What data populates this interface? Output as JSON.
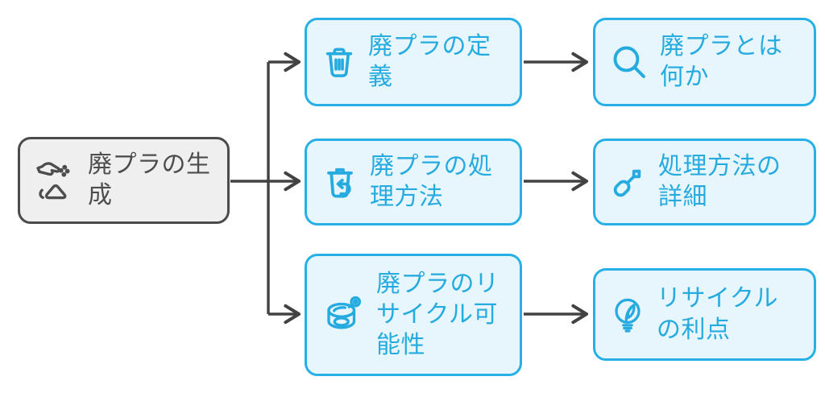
{
  "colors": {
    "background": "#ffffff",
    "blue_border": "#27b0e6",
    "blue_fill": "#e7f6fd",
    "blue_text": "#25abdf",
    "root_border": "#4b4b4b",
    "root_fill": "#efefef",
    "root_text": "#4d4d4d",
    "connector": "#424242"
  },
  "diagram": {
    "root": {
      "label": "廃プラの生成",
      "icon": "hand-waste-generation-icon"
    },
    "branches": [
      {
        "label": "廃プラの定義",
        "icon": "trash-can-icon",
        "child": {
          "label": "廃プラとは何か",
          "icon": "magnifier-icon"
        }
      },
      {
        "label": "廃プラの処理方法",
        "icon": "trash-restore-icon",
        "child": {
          "label": "処理方法の詳細",
          "icon": "screwdriver-icon"
        }
      },
      {
        "label": "廃プラのリサイクル可能性",
        "icon": "tin-can-icon",
        "child": {
          "label": "リサイクルの利点",
          "icon": "eco-bulb-icon"
        }
      }
    ]
  }
}
